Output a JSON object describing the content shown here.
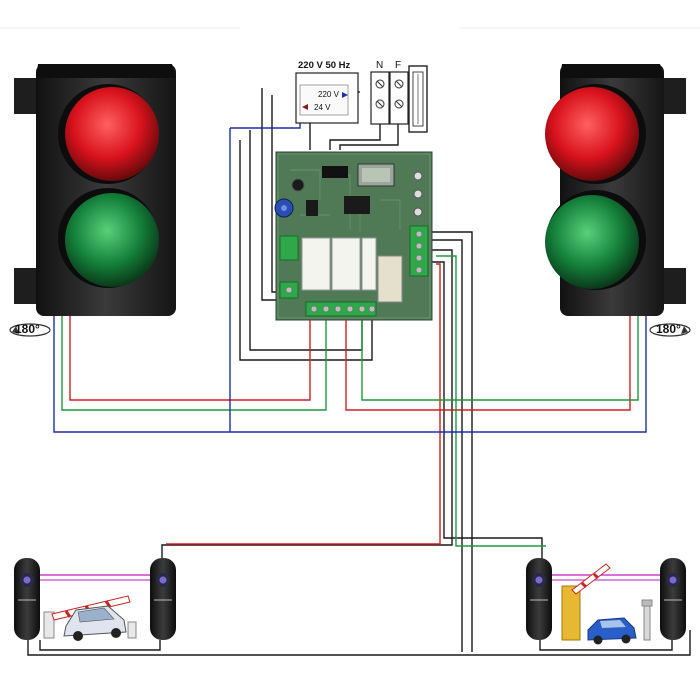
{
  "power": {
    "supply": "220 V 50 Hz",
    "neutral": "N",
    "phase": "F"
  },
  "transformer": {
    "primary": "220 V",
    "secondary": "24 V"
  },
  "rotation": {
    "left": "180°",
    "right": "180°"
  },
  "colors": {
    "red_wire": "#d02020",
    "green_wire": "#1f9a3a",
    "blue_wire": "#1b2fb0",
    "black_wire": "#1a1a1a",
    "pcb": "#4f7a55",
    "housing": "#2a2a2a",
    "lamp_red": "#e0202a",
    "lamp_green": "#1f9a4a",
    "beam": "#cc44cc"
  }
}
